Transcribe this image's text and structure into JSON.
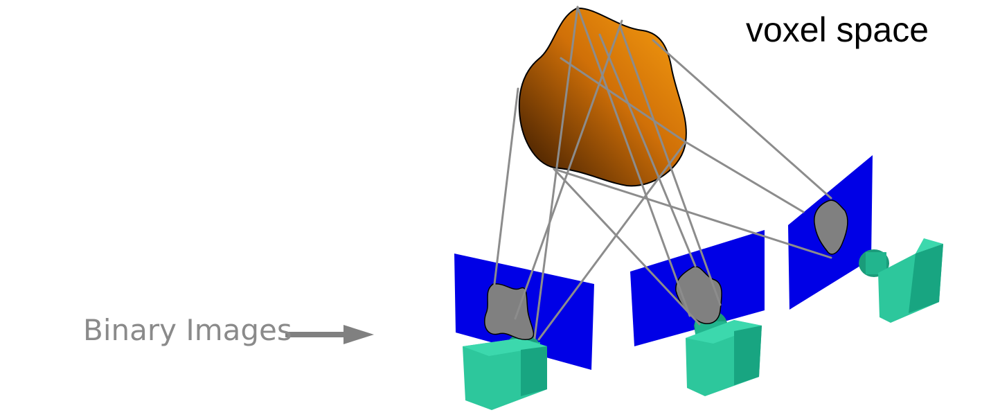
{
  "labels": {
    "voxel_space": "voxel space",
    "binary_images": "Binary Images"
  },
  "colors": {
    "object_light": "#f59a0a",
    "object_dark": "#3a1a00",
    "image_plane": "#0000e6",
    "silhouette": "#808080",
    "camera": "#1fb08a",
    "ray": "#8c8c8c",
    "arrow": "#808080"
  },
  "diagram": {
    "object": "voxel-object",
    "cameras": [
      "camera-left",
      "camera-middle",
      "camera-right"
    ]
  }
}
